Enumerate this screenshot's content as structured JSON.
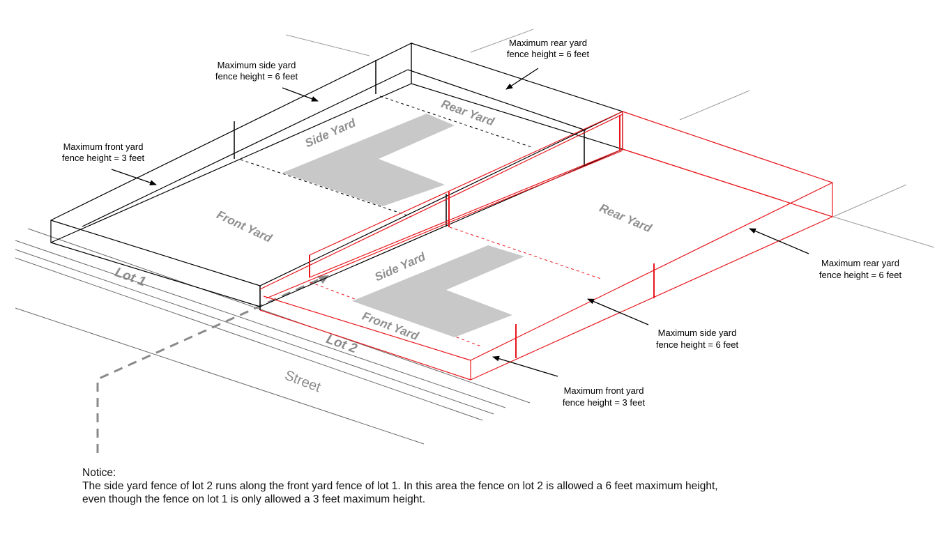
{
  "lot1": {
    "lot_label": "Lot 1",
    "front_yard": "Front Yard",
    "side_yard": "Side Yard",
    "rear_yard": "Rear Yard",
    "callout_side": [
      "Maximum side yard",
      "fence height = 6 feet"
    ],
    "callout_rear": [
      "Maximum rear yard",
      "fence height = 6 feet"
    ],
    "callout_front": [
      "Maximum front yard",
      "fence height = 3 feet"
    ]
  },
  "lot2": {
    "lot_label": "Lot 2",
    "front_yard": "Front Yard",
    "side_yard": "Side Yard",
    "rear_yard": "Rear Yard",
    "callout_rear": [
      "Maximum rear yard",
      "fence height = 6 feet"
    ],
    "callout_side": [
      "Maximum side yard",
      "fence height = 6 feet"
    ],
    "callout_front": [
      "Maximum front yard",
      "fence height = 3 feet"
    ]
  },
  "street_label": "Street",
  "colors": {
    "lot1_outline": "#000000",
    "lot2_outline": "#e8161b",
    "house": "#c8c8c8",
    "label_gray": "#8a8a8a"
  },
  "notice": {
    "heading": "Notice:",
    "line1": "The side yard fence of lot 2 runs along the front yard fence of lot 1. In this area the fence on lot 2 is allowed a 6 feet maximum height,",
    "line2": "even though the fence on lot 1 is only allowed a 3 feet maximum height."
  }
}
